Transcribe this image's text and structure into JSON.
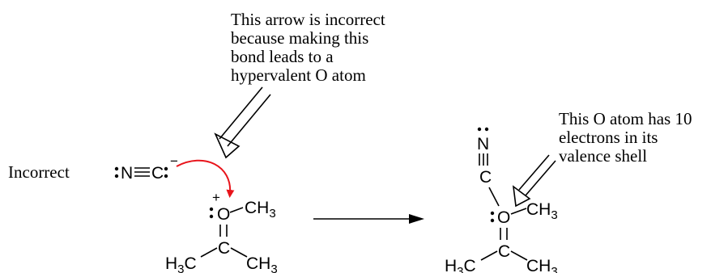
{
  "annotations": {
    "arrow_note": [
      "This arrow is incorrect",
      "because making this",
      "bond leads to a",
      "hypervalent O atom"
    ],
    "oxygen_note": [
      "This O atom has 10",
      "electrons in its",
      "valence shell"
    ],
    "label": "Incorrect"
  },
  "reactant": {
    "nitrogen": "N",
    "carbon": "C",
    "negative_charge": "−",
    "oxygen": "O",
    "positive_charge": "+",
    "methyl": "CH",
    "methyl_sub": "3",
    "carbonyl_carbon": "C",
    "left_methyl_h": "H",
    "left_methyl_sub": "3",
    "left_methyl_c": "C",
    "right_methyl": "CH",
    "right_methyl_sub": "3"
  },
  "product": {
    "nitrogen": "N",
    "carbon": "C",
    "oxygen": "O",
    "methyl": "CH",
    "methyl_sub": "3",
    "carbonyl_carbon": "C",
    "left_methyl_h": "H",
    "left_methyl_sub": "3",
    "left_methyl_c": "C",
    "right_methyl": "CH",
    "right_methyl_sub": "3"
  },
  "colors": {
    "curved_arrow": "#e8141b",
    "ink": "#000000"
  }
}
